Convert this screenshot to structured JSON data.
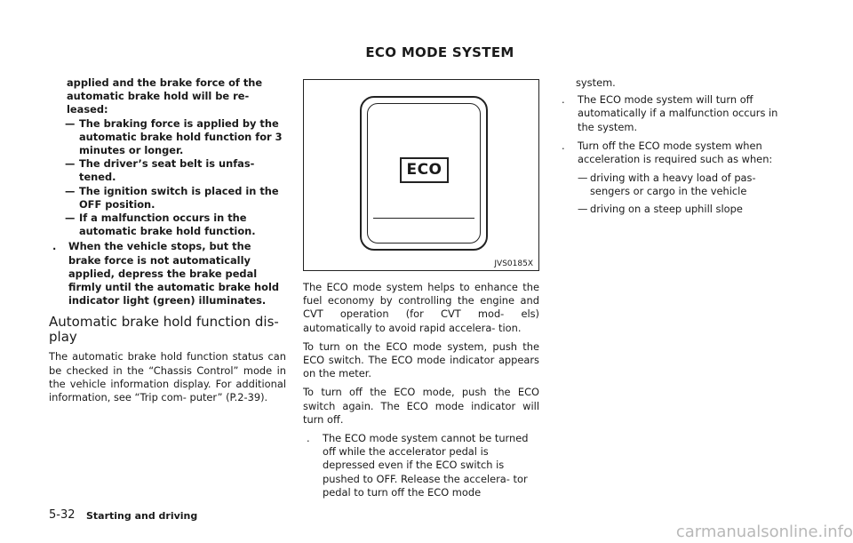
{
  "section_heading": "ECO MODE SYSTEM",
  "column1": {
    "lead": "applied and the brake force of the automatic brake hold will be re- leased:",
    "dashes": [
      "The braking force is applied by the automatic brake hold function for 3 minutes or longer.",
      "The driver’s seat belt is unfas- tened.",
      "The ignition switch is placed in the OFF position.",
      "If a malfunction occurs in the automatic brake hold function."
    ],
    "bullet": "When the vehicle stops, but the brake force is not automatically applied, depress the brake pedal firmly until the automatic brake hold indicator light (green) illuminates.",
    "bullet_mark": ".",
    "subheading": "Automatic brake hold function dis- play",
    "paragraph": "The automatic brake hold function status can be checked in the “Chassis Control” mode in the vehicle information display. For additional information, see “Trip com- puter” (P.2-39)."
  },
  "figure": {
    "switch_label": "ECO",
    "code": "JVS0185X"
  },
  "column2": {
    "paragraphs": [
      "The ECO mode system helps to enhance the fuel economy by controlling the engine and CVT operation (for CVT mod- els) automatically to avoid rapid accelera- tion.",
      "To turn on the ECO mode system, push the ECO switch. The ECO mode indicator appears on the meter.",
      "To turn off the ECO mode, push the ECO switch again. The ECO mode indicator will turn off."
    ],
    "bullet": "The ECO mode system cannot be turned off while the accelerator pedal is depressed even if the ECO switch is pushed to OFF. Release the accelera- tor pedal to turn off the ECO mode"
  },
  "column3": {
    "continuation": "system.",
    "bullets": [
      "The ECO mode system will turn off automatically if a malfunction occurs in the system.",
      "Turn off the ECO mode system when acceleration is required such as when:"
    ],
    "dashes": [
      "driving with a heavy load of pas- sengers or cargo in the vehicle",
      "driving on a steep uphill slope"
    ]
  },
  "footer": {
    "page_number": "5-32",
    "section_title": "Starting and driving"
  },
  "watermark": "carmanualsonline.info"
}
